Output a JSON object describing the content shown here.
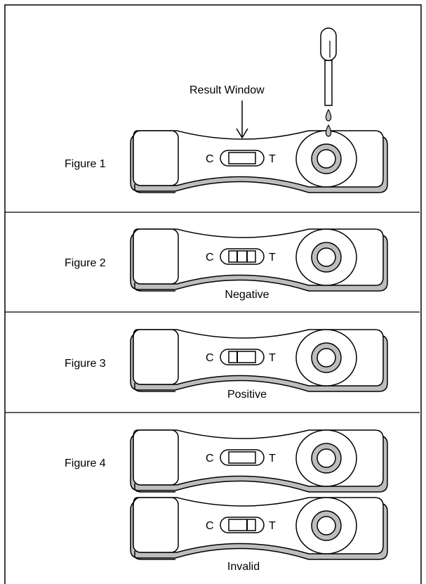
{
  "result_window_label": "Result Window",
  "control_letter": "C",
  "test_letter": "T",
  "figures": [
    {
      "label": "Figure 1",
      "caption": ""
    },
    {
      "label": "Figure 2",
      "caption": "Negative"
    },
    {
      "label": "Figure 3",
      "caption": "Positive"
    },
    {
      "label": "Figure 4",
      "caption": "Invalid"
    }
  ],
  "colors": {
    "device_shadow": "#bdbdbd",
    "line": "#000000",
    "background": "#ffffff"
  }
}
